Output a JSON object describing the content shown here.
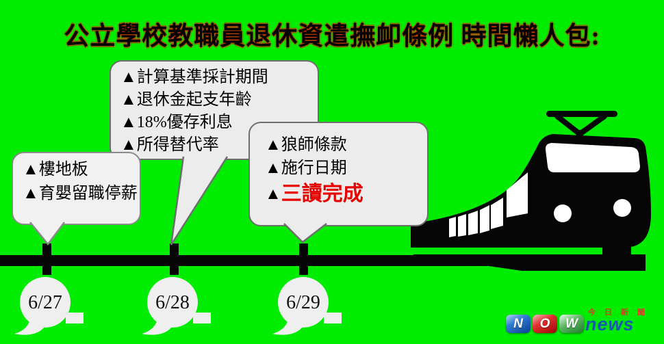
{
  "title": "公立學校教職員退休資遣撫卹條例 時間懶人包:",
  "colors": {
    "background_green": "#00ec00",
    "highlight_red": "#e60000",
    "bubble_fill": "#ececec",
    "ink_black": "#000000",
    "logo_blue": "#1b57b0",
    "logo_red": "#d31414",
    "logo_green": "#2e9e40"
  },
  "bubble_627": {
    "lines": [
      "▲樓地板",
      "▲育嬰留職停薪"
    ]
  },
  "bubble_628": {
    "lines": [
      "▲計算基準採計期間",
      "▲退休金起支年齡",
      "▲18%優存利息",
      "▲所得替代率"
    ]
  },
  "bubble_629": {
    "lines": [
      "▲狼師條款",
      "▲施行日期"
    ],
    "highlight_marker": "▲",
    "highlight_text": "三讀完成"
  },
  "timeline": {
    "dates": [
      "6/27",
      "6/28",
      "6/29"
    ]
  },
  "logo": {
    "tiles": [
      "N",
      "O",
      "W"
    ],
    "suffix": "news",
    "tagline": "今日新聞"
  }
}
